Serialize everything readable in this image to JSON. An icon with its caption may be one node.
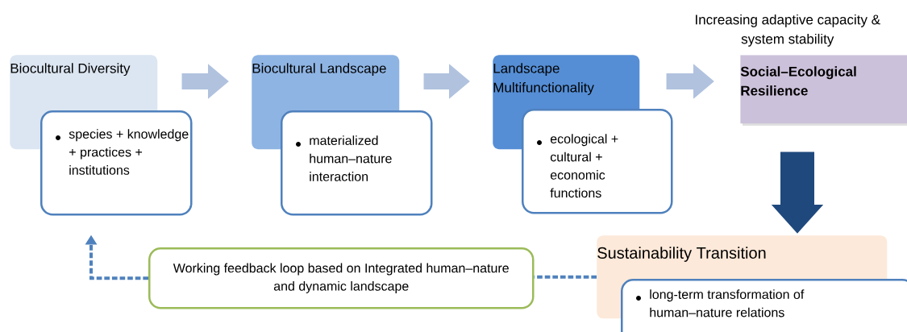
{
  "diagram": {
    "nodes": [
      {
        "text": [
          "Biocultural Diversity"
        ]
      },
      {
        "text": [
          "species + knowledge + practices + institutions"
        ]
      },
      {
        "text": [
          "Biocultural Landscape"
        ]
      },
      {
        "text": [
          "materialized human–nature interaction"
        ]
      },
      {
        "text": [
          "Landscape Multifunctionality"
        ]
      },
      {
        "text": [
          "ecological + cultural + economic functions"
        ]
      },
      {
        "text": [
          "Social–Ecological Resilience"
        ],
        "beside": [
          "Increasing adaptive capacity & system stability"
        ]
      },
      {
        "text": [
          "Sustainability Transition"
        ]
      },
      {
        "text": [
          "long-term transformation of human–nature relations"
        ]
      },
      {
        "text": [
          "Working feedback loop based on Integrated human–nature and dynamic landscape"
        ]
      }
    ],
    "edges": [
      {
        "from": 0,
        "to": 2,
        "arrow": "to"
      },
      {
        "from": 2,
        "to": 4,
        "arrow": "to"
      },
      {
        "from": 4,
        "to": 6,
        "arrow": "to"
      },
      {
        "from": 6,
        "to": 7,
        "arrow": "to",
        "style": "thick",
        "color": "#1f497d"
      },
      {
        "from": 7,
        "to": 9,
        "arrow": "none",
        "style": "dashed",
        "color": "#4f81bd"
      },
      {
        "from": 9,
        "to": 1,
        "arrow": "to",
        "style": "dashed",
        "color": "#4f81bd"
      }
    ]
  }
}
